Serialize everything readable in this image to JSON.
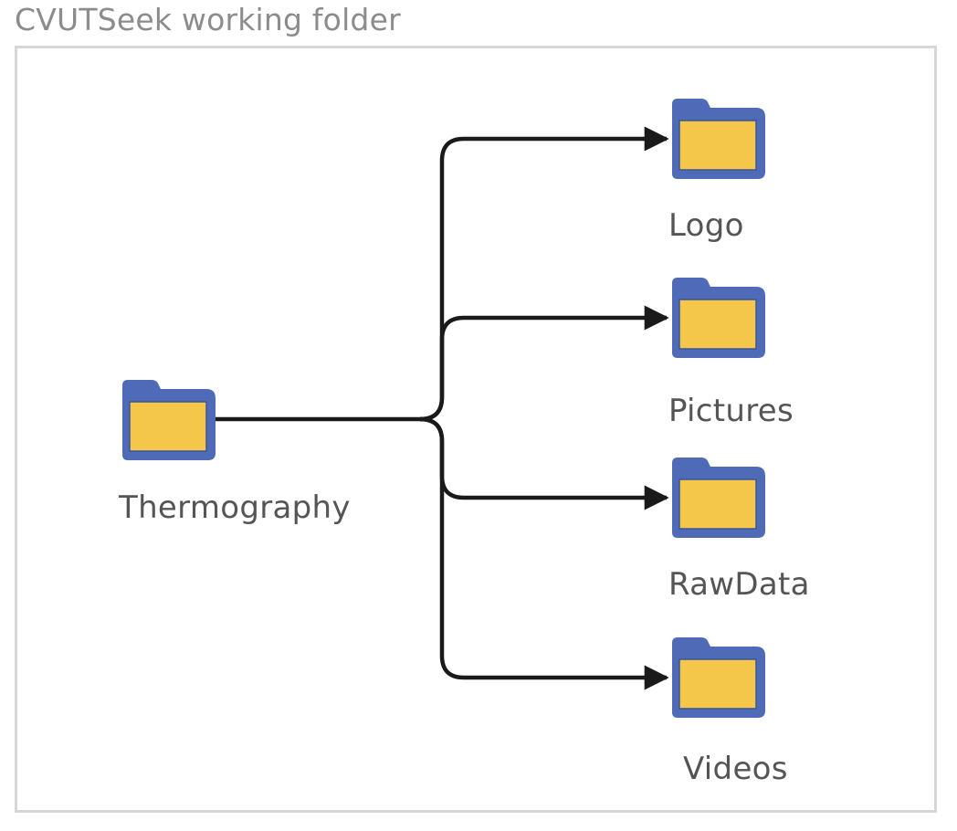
{
  "caption": "CVUTSeek working folder",
  "diagram": {
    "root": {
      "label": "Thermography"
    },
    "children": [
      {
        "label": "Logo"
      },
      {
        "label": "Pictures"
      },
      {
        "label": "RawData"
      },
      {
        "label": "Videos"
      }
    ]
  },
  "colors": {
    "folder_outline": "#4f6bb7",
    "folder_fill": "#f4c64a",
    "connector": "#1a1a1a",
    "frame_border": "#d6d6d6",
    "label_text": "#555555",
    "caption_text": "#8c8c8c"
  },
  "icons": {
    "folder": "folder-icon",
    "arrowhead": "arrowhead-icon"
  }
}
